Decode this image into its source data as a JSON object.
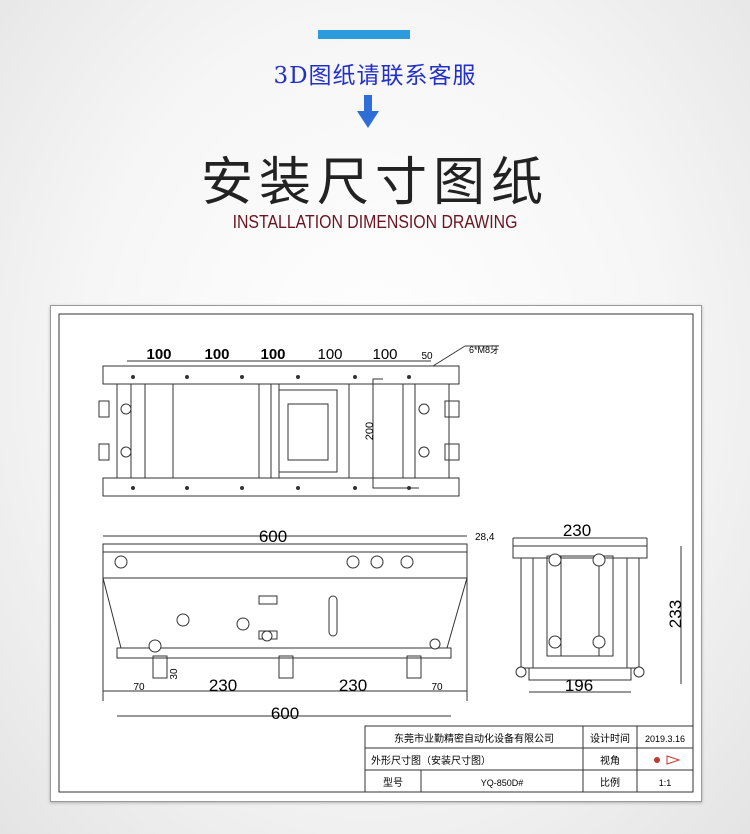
{
  "header": {
    "contact_text": "3D图纸请联系客服",
    "title": "安装尺寸图纸",
    "subtitle": "INSTALLATION DIMENSION DRAWING"
  },
  "colors": {
    "accent_bar": "#2d9cdc",
    "contact": "#2230c8",
    "subtitle": "#6a1520"
  },
  "top_view": {
    "dims": [
      "100",
      "100",
      "100",
      "100",
      "100",
      "50"
    ],
    "thread_note": "6*M8牙",
    "vertical_dim": "200"
  },
  "front_view": {
    "top_dim": "600",
    "side_dim": "28,4",
    "bottom_dims": {
      "left_margin": "70",
      "span1": "230",
      "span2": "230",
      "right_margin": "70",
      "total": "600"
    },
    "foot_height": "30"
  },
  "side_view": {
    "top_dim": "230",
    "height_dim": "233",
    "base_dim": "196"
  },
  "title_block": {
    "company": "东莞市业勤精密自动化设备有限公司",
    "design_time_label": "设计时间",
    "design_time_value": "2019.3.16",
    "drawing_name": "外形尺寸图（安装尺寸图）",
    "view_label": "视角",
    "model_label": "型号",
    "model_value": "YQ-850D#",
    "scale_label": "比例",
    "scale_value": "1:1"
  }
}
